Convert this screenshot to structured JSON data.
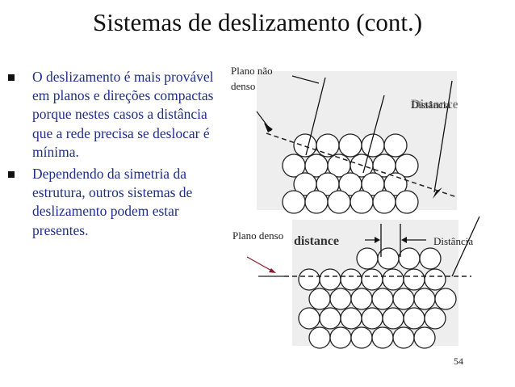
{
  "slide": {
    "title": "Sistemas de deslizamento (cont.)",
    "page_number": "54"
  },
  "bullets": [
    {
      "text": "O deslizamento é mais provável em planos e direções compactas porque nestes casos a distância que a rede precisa se deslocar é mínima."
    },
    {
      "text": "Dependendo da simetria da estrutura, outros sistemas de deslizamento podem estar presentes."
    }
  ],
  "figures": {
    "top": {
      "label_plane": [
        "Plano não",
        "denso"
      ],
      "label_distance_overlay": "Distância",
      "label_distance_original": "Distance"
    },
    "bottom": {
      "label_plane": "Plano denso",
      "label_distance_original": "distance",
      "label_distance": "Distância"
    }
  },
  "colors": {
    "title": "#111111",
    "bullet_text": "#1f2f8a",
    "figure_bg": "#eeeeee",
    "arrow_red": "#8b1a2b"
  }
}
